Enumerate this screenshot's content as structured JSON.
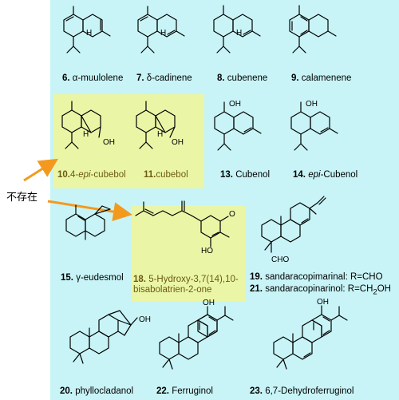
{
  "note": "不存在",
  "compounds": [
    {
      "num": "6.",
      "name": "α-muulolene"
    },
    {
      "num": "7.",
      "name": "δ-cadinene"
    },
    {
      "num": "8.",
      "name": "cubenene"
    },
    {
      "num": "9.",
      "name": "calamenene"
    },
    {
      "num": "10.",
      "name": "4-epi-cubebol",
      "prefix": "4-",
      "italic": "epi",
      "suffix": "-cubebol"
    },
    {
      "num": "11.",
      "name": "cubebol"
    },
    {
      "num": "13.",
      "name": "Cubenol"
    },
    {
      "num": "14.",
      "name": "epi-Cubenol",
      "italic": "epi",
      "suffix": "-Cubenol"
    },
    {
      "num": "15.",
      "name": "γ-eudesmol"
    },
    {
      "num": "18.",
      "name_line1": "5-Hydroxy-3,7(14),10-",
      "name_line2": "bisabolatrien-2-one"
    },
    {
      "num": "19.",
      "name": "sandaracopimarinal: R=CHO"
    },
    {
      "num": "21.",
      "name": "sandaracopinarinol: R=CH2OH",
      "name_base": "sandaracopinarinol: R=CH",
      "sub": "2",
      "name_end": "OH"
    },
    {
      "num": "20.",
      "name": "phyllocladanol"
    },
    {
      "num": "22.",
      "name": "Ferruginol"
    },
    {
      "num": "23.",
      "name": "6,7-Dehydroferruginol"
    }
  ],
  "atoms": {
    "H": "H",
    "OH": "OH",
    "HO": "HO",
    "O": "O",
    "CHO": "CHO"
  },
  "colors": {
    "panel": "#c8f4f7",
    "highlight": "#eaf6a6",
    "arrow": "#f39a1e",
    "olive_text": "#6b5a14"
  }
}
